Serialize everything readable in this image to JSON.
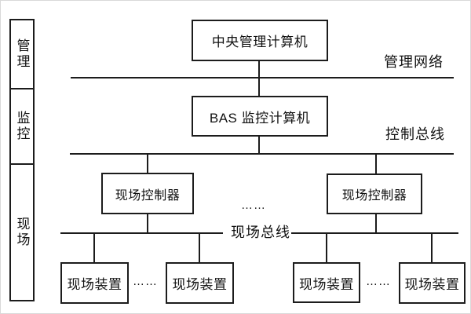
{
  "diagram": {
    "sidebar": {
      "items": [
        {
          "id": "management",
          "label": "管理"
        },
        {
          "id": "monitoring",
          "label": "监控"
        },
        {
          "id": "field",
          "label": "现场"
        }
      ]
    },
    "nodes": {
      "central": {
        "label": "中央管理计算机"
      },
      "bas": {
        "label": "BAS 监控计算机"
      },
      "controller": {
        "label": "现场控制器"
      },
      "device": {
        "label": "现场装置"
      }
    },
    "bus_labels": {
      "management_network": "管理网络",
      "control_bus": "控制总线",
      "field_bus": "现场总线"
    },
    "ellipsis": "……",
    "colors": {
      "line": "#1c1c1c",
      "background": "#ffffff",
      "text": "#111111"
    }
  }
}
